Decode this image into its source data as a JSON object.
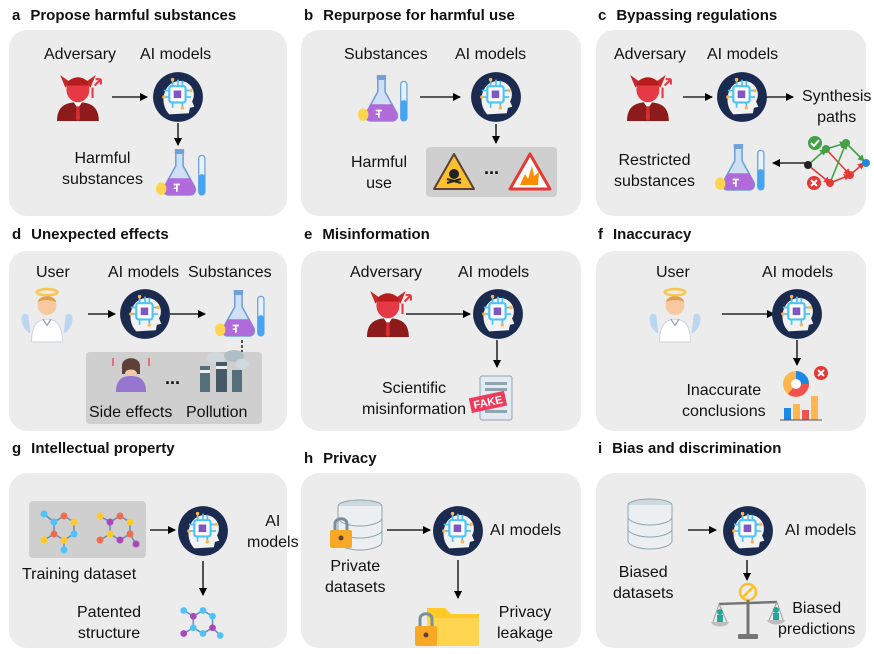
{
  "panels": {
    "a": {
      "letter": "a",
      "title": "Propose harmful substances",
      "adversary": "Adversary",
      "ai": "AI models",
      "out1": "Harmful",
      "out2": "substances"
    },
    "b": {
      "letter": "b",
      "title": "Repurpose for harmful use",
      "substances": "Substances",
      "ai": "AI models",
      "out1": "Harmful",
      "out2": "use",
      "ellipsis": "..."
    },
    "c": {
      "letter": "c",
      "title": "Bypassing regulations",
      "adversary": "Adversary",
      "ai": "AI models",
      "paths1": "Synthesis",
      "paths2": "paths",
      "out1": "Restricted",
      "out2": "substances"
    },
    "d": {
      "letter": "d",
      "title": "Unexpected effects",
      "user": "User",
      "ai": "AI models",
      "substances": "Substances",
      "side": "Side effects",
      "pollution": "Pollution",
      "ellipsis": "..."
    },
    "e": {
      "letter": "e",
      "title": "Misinformation",
      "adversary": "Adversary",
      "ai": "AI models",
      "out1": "Scientific",
      "out2": "misinformation",
      "fake": "FAKE"
    },
    "f": {
      "letter": "f",
      "title": "Inaccuracy",
      "user": "User",
      "ai": "AI models",
      "out1": "Inaccurate",
      "out2": "conclusions"
    },
    "g": {
      "letter": "g",
      "title": "Intellectual property",
      "ai1": "AI",
      "ai2": "models",
      "dataset": "Training dataset",
      "out1": "Patented",
      "out2": "structure"
    },
    "h": {
      "letter": "h",
      "title": "Privacy",
      "ai": "AI models",
      "in1": "Private",
      "in2": "datasets",
      "out1": "Privacy",
      "out2": "leakage"
    },
    "i": {
      "letter": "i",
      "title": "Bias and discrimination",
      "ai": "AI models",
      "in1": "Biased",
      "in2": "datasets",
      "out1": "Biased",
      "out2": "predictions"
    }
  },
  "icons": [
    "adversary-icon",
    "ai-brain-icon",
    "flask-icon",
    "warning-sign-icon",
    "user-angel-icon",
    "factory-icon",
    "fake-news-icon",
    "chart-icon",
    "molecule-icon",
    "database-icon",
    "folder-lock-icon",
    "scale-icon"
  ],
  "colors": {
    "panel": "#ececec",
    "brain": "#1b2a4f",
    "circuit": "#4fc3f7",
    "adversary": "#e53945",
    "flask": "#8fb7e8",
    "liquid": "#b06ad9"
  }
}
